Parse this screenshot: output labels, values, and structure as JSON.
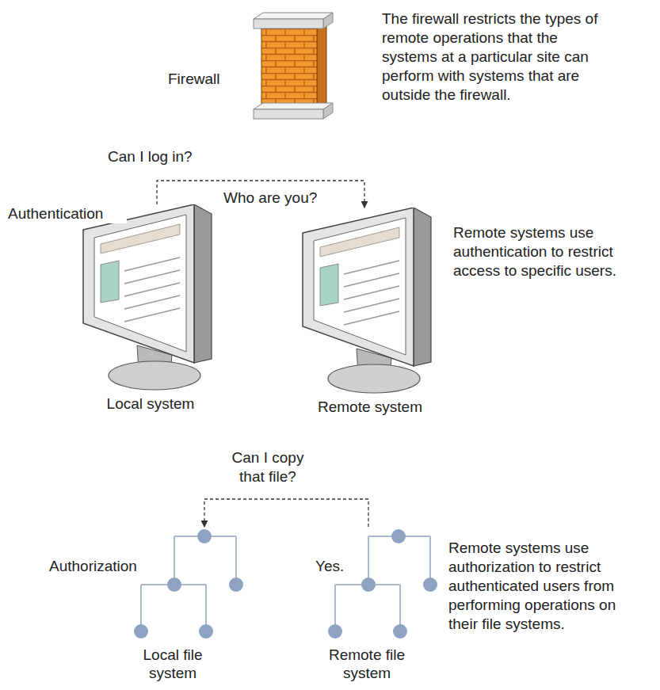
{
  "diagram": {
    "nodes": [
      {
        "text": [
          "Local system"
        ]
      },
      {
        "text": [
          "Remote system"
        ]
      },
      {
        "text": [
          "Local file system"
        ]
      },
      {
        "text": [
          "Remote file system"
        ]
      }
    ],
    "edges": [
      {
        "from": 0,
        "to": 1,
        "arrow": "to",
        "label": "Can I log in?"
      },
      {
        "from": 3,
        "to": 2,
        "arrow": "to",
        "label": "Can I copy that file?"
      }
    ],
    "labels": [
      "Firewall",
      "The firewall restricts the types of remote operations that the systems at a particular site can perform with systems that are outside the firewall.",
      "Authentication",
      "Who are you?",
      "Remote systems use authentication to restrict access to specific users.",
      "Authorization",
      "Yes.",
      "Remote systems use authorization to restrict authenticated users from performing operations on their file systems."
    ]
  }
}
